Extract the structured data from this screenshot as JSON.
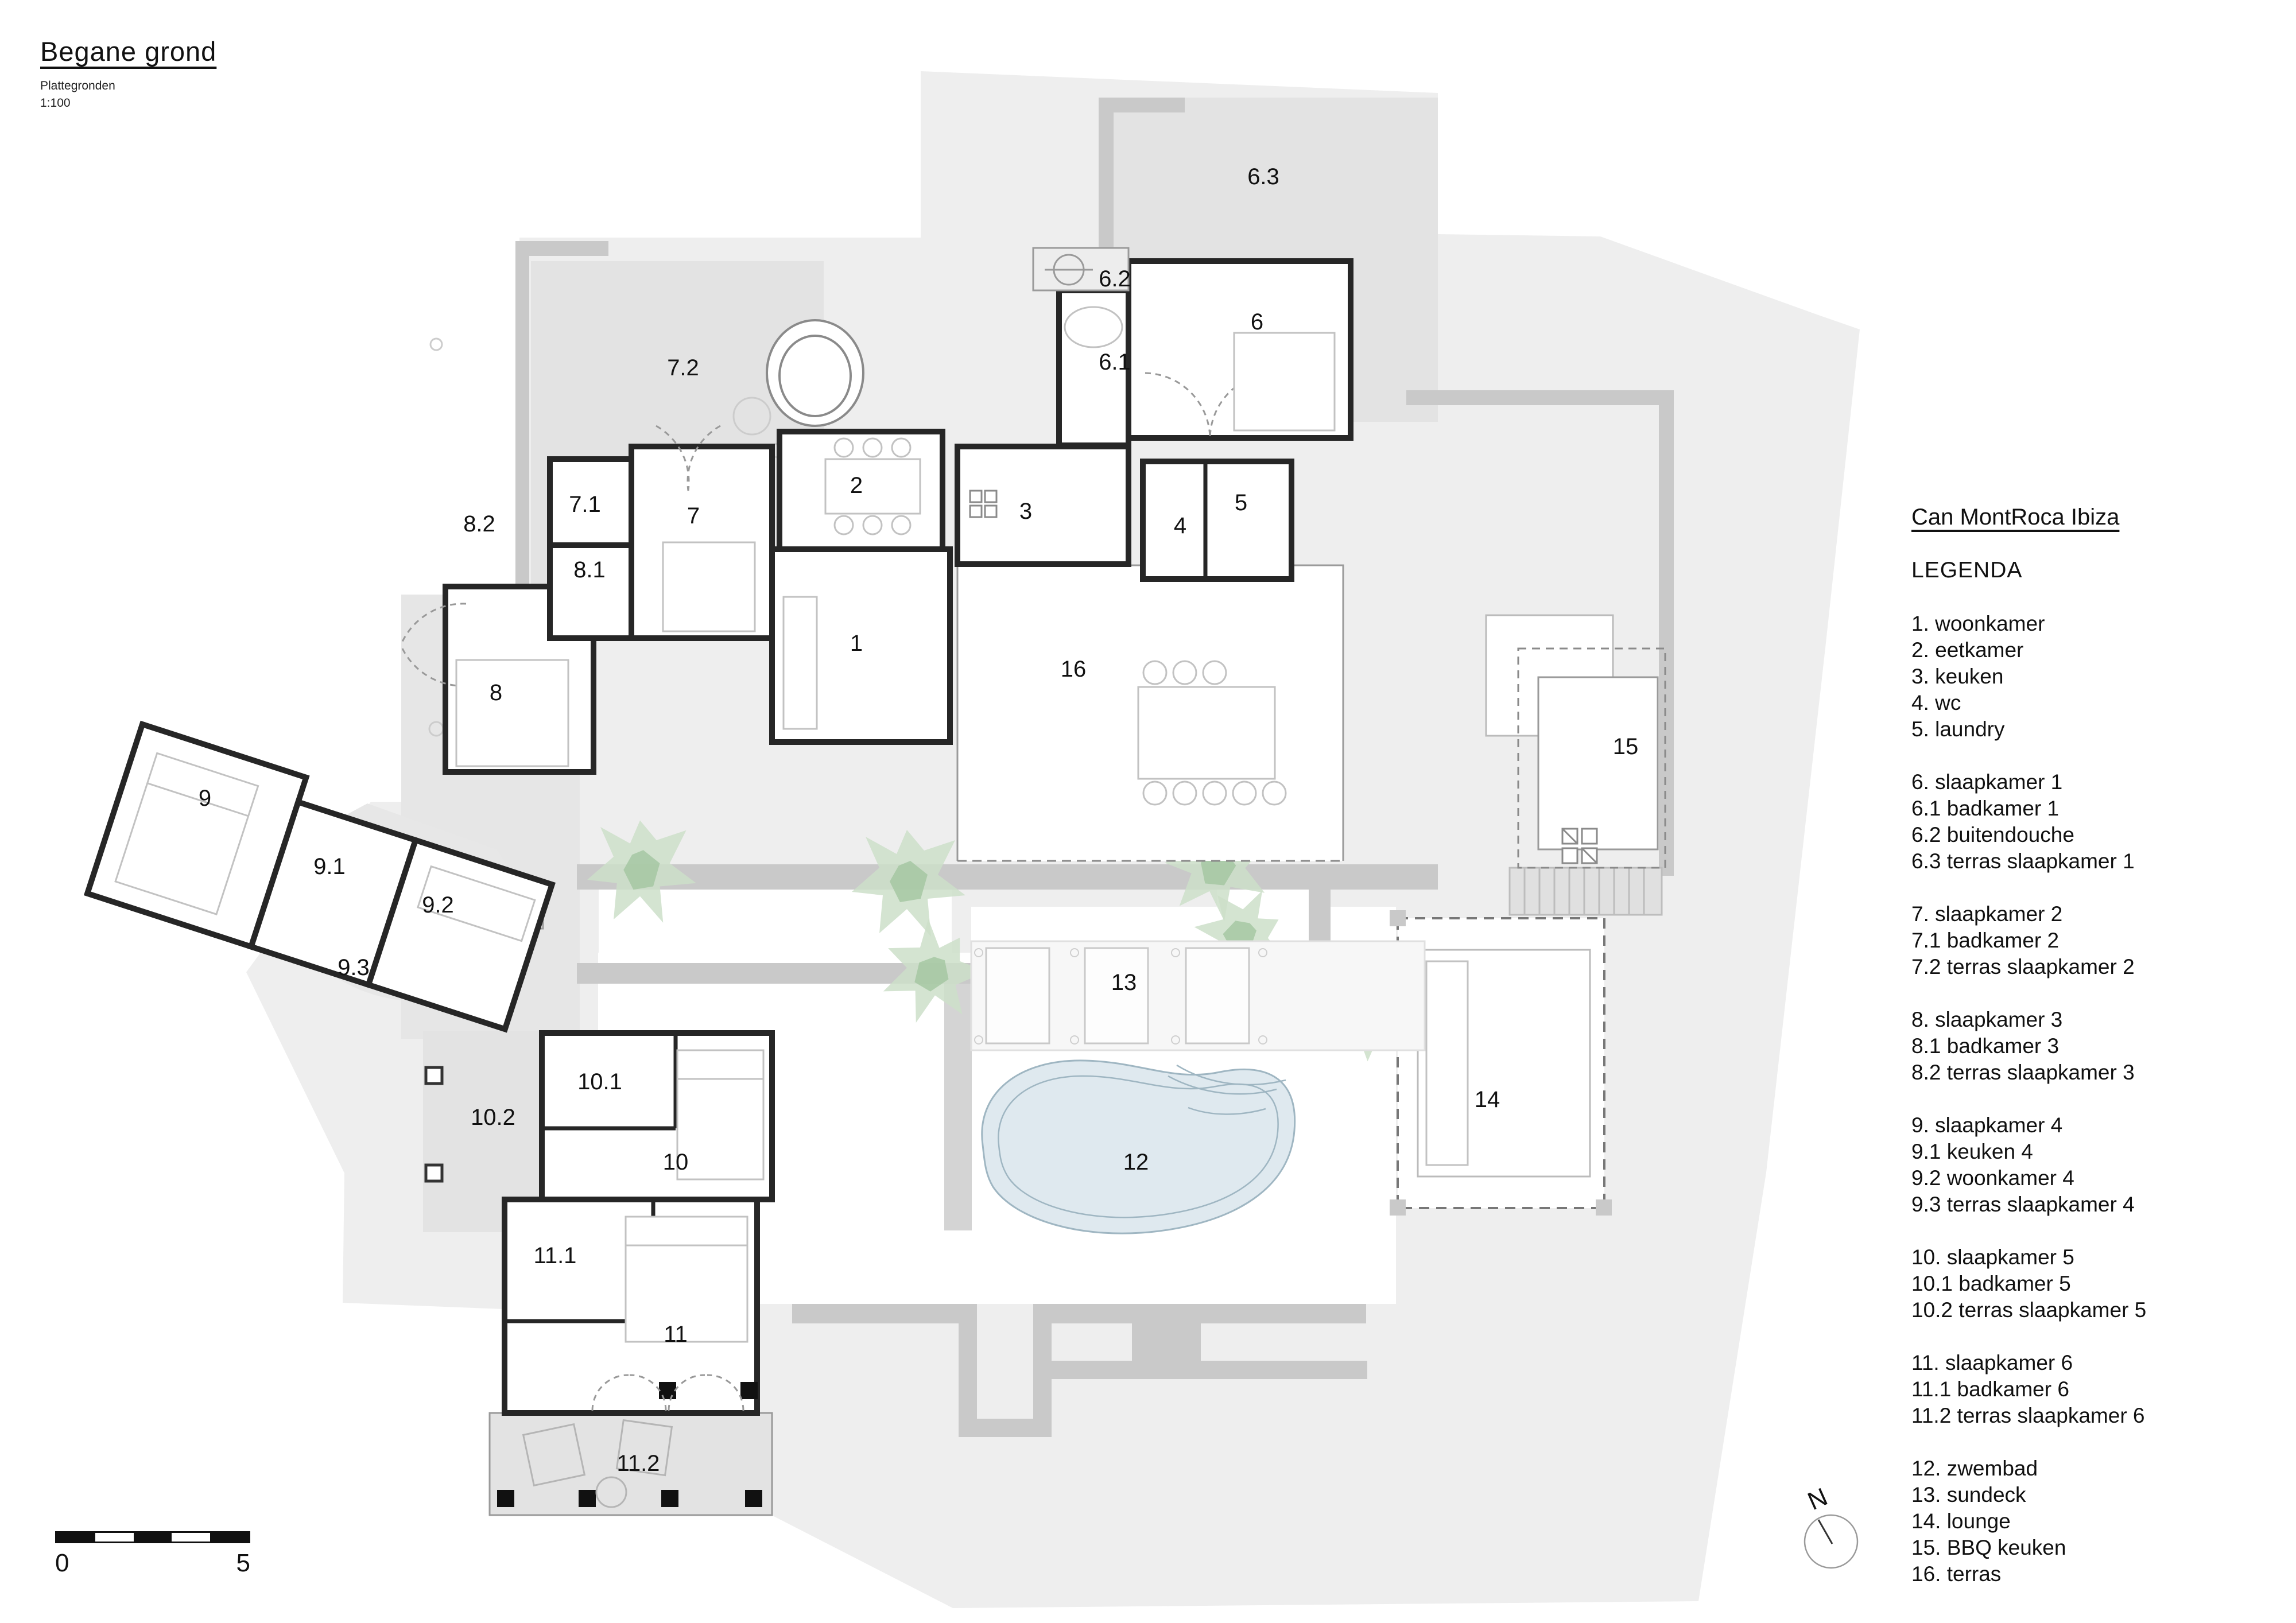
{
  "title_block": {
    "title": "Begane grond",
    "subtitle": "Plattegronden",
    "scale": "1:100"
  },
  "legend": {
    "project": "Can MontRoca Ibiza",
    "heading": "LEGENDA",
    "groups": [
      {
        "items": [
          "1. woonkamer",
          "2. eetkamer",
          "3. keuken",
          "4. wc",
          "5. laundry"
        ]
      },
      {
        "items": [
          "6. slaapkamer 1",
          "6.1 badkamer 1",
          "6.2 buitendouche",
          "6.3 terras slaapkamer 1"
        ]
      },
      {
        "items": [
          "7. slaapkamer 2",
          "7.1 badkamer 2",
          "7.2 terras slaapkamer 2"
        ]
      },
      {
        "items": [
          "8. slaapkamer 3",
          "8.1 badkamer 3",
          "8.2 terras slaapkamer 3"
        ]
      },
      {
        "items": [
          "9. slaapkamer 4",
          "9.1 keuken 4",
          "9.2 woonkamer 4",
          "9.3 terras slaapkamer 4"
        ]
      },
      {
        "items": [
          "10. slaapkamer 5",
          "10.1 badkamer 5",
          "10.2 terras slaapkamer 5"
        ]
      },
      {
        "items": [
          "11. slaapkamer 6",
          "11.1 badkamer 6",
          "11.2 terras slaapkamer 6"
        ]
      },
      {
        "items": [
          "12. zwembad",
          "13. sundeck",
          "14. lounge",
          "15. BBQ keuken",
          "16. terras"
        ]
      }
    ]
  },
  "scale_bar": {
    "start": "0",
    "end": "5"
  },
  "north": {
    "label": "N"
  },
  "colors": {
    "terrain": "#eeeeee",
    "terrace": "#e3e3e3",
    "path_band": "#c9c9c9",
    "wall": "#262626",
    "furniture_line": "#c2c2c2",
    "pool_fill": "#dfe9ef",
    "pool_line": "#9fb6c2",
    "plant_light": "#ccdfc9",
    "plant_dark": "#a3c6a0"
  },
  "plan": {
    "labels": [
      {
        "id": "1",
        "text": "1"
      },
      {
        "id": "2",
        "text": "2"
      },
      {
        "id": "3",
        "text": "3"
      },
      {
        "id": "4",
        "text": "4"
      },
      {
        "id": "5",
        "text": "5"
      },
      {
        "id": "6",
        "text": "6"
      },
      {
        "id": "6.1",
        "text": "6.1"
      },
      {
        "id": "6.2",
        "text": "6.2"
      },
      {
        "id": "6.3",
        "text": "6.3"
      },
      {
        "id": "7",
        "text": "7"
      },
      {
        "id": "7.1",
        "text": "7.1"
      },
      {
        "id": "7.2",
        "text": "7.2"
      },
      {
        "id": "8",
        "text": "8"
      },
      {
        "id": "8.1",
        "text": "8.1"
      },
      {
        "id": "8.2",
        "text": "8.2"
      },
      {
        "id": "9",
        "text": "9"
      },
      {
        "id": "9.1",
        "text": "9.1"
      },
      {
        "id": "9.2",
        "text": "9.2"
      },
      {
        "id": "9.3",
        "text": "9.3"
      },
      {
        "id": "10",
        "text": "10"
      },
      {
        "id": "10.1",
        "text": "10.1"
      },
      {
        "id": "10.2",
        "text": "10.2"
      },
      {
        "id": "11",
        "text": "11"
      },
      {
        "id": "11.1",
        "text": "11.1"
      },
      {
        "id": "11.2",
        "text": "11.2"
      },
      {
        "id": "12",
        "text": "12"
      },
      {
        "id": "13",
        "text": "13"
      },
      {
        "id": "14",
        "text": "14"
      },
      {
        "id": "15",
        "text": "15"
      },
      {
        "id": "16",
        "text": "16"
      }
    ]
  }
}
